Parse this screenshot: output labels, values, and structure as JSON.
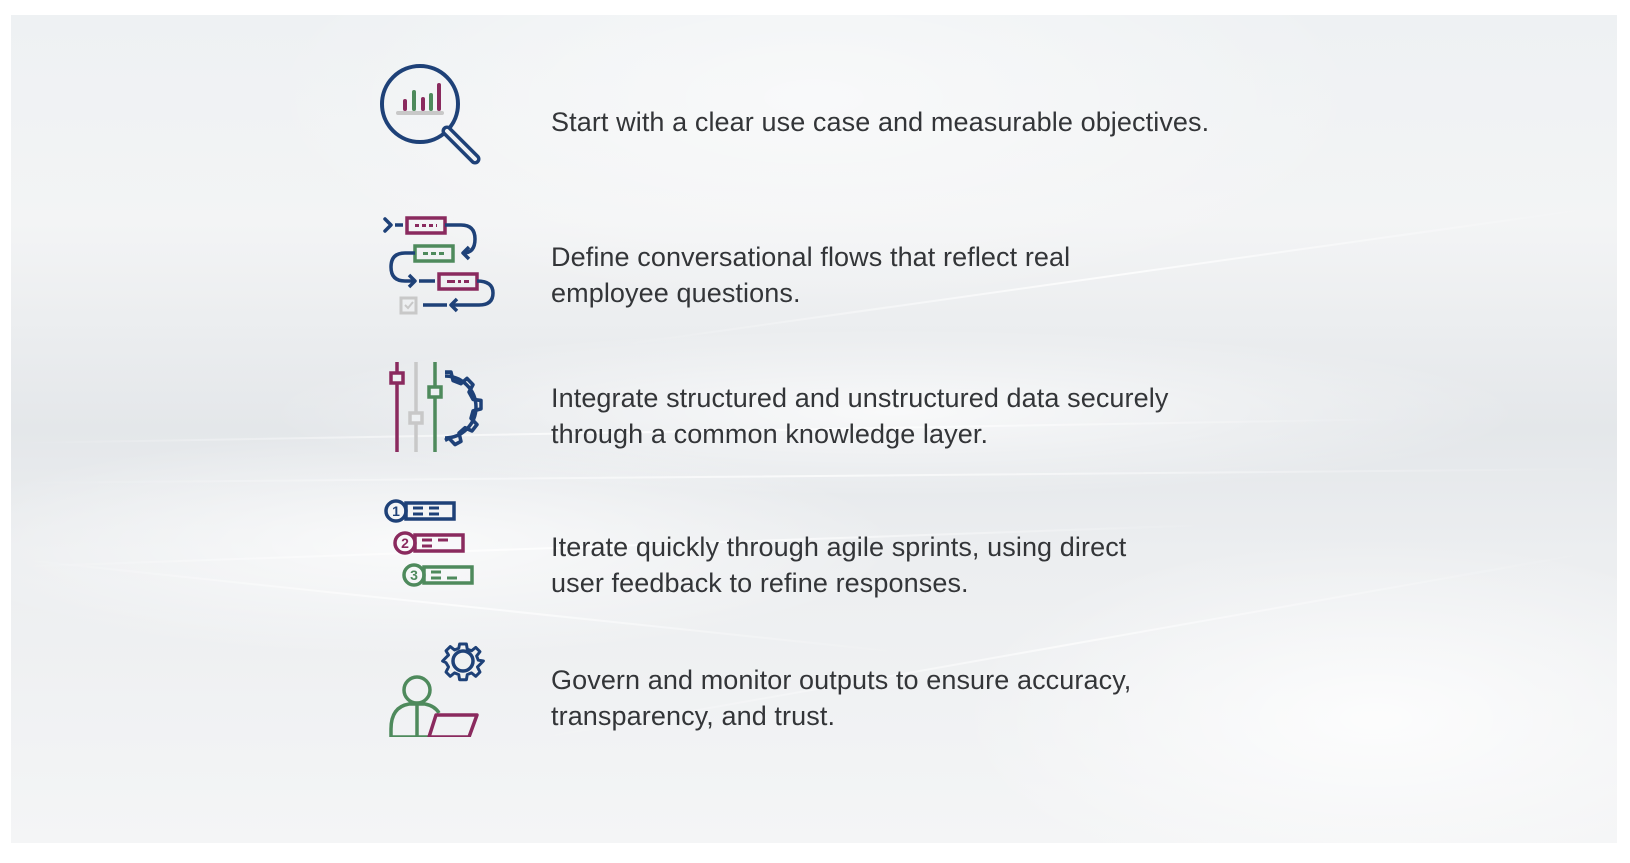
{
  "colors": {
    "navy": "#1e4178",
    "plum": "#8a2a5e",
    "green": "#4e8a5c",
    "gray": "#c8c8c8",
    "text": "#333538"
  },
  "items": [
    {
      "icon": "magnifier-chart-icon",
      "lines": [
        "Start with a clear use case and measurable objectives."
      ]
    },
    {
      "icon": "flowchart-icon",
      "lines": [
        "Define conversational flows that reflect real",
        "employee questions."
      ]
    },
    {
      "icon": "sliders-gear-icon",
      "lines": [
        "Integrate structured and unstructured data securely",
        "through a common knowledge layer."
      ]
    },
    {
      "icon": "numbered-steps-icon",
      "lines": [
        "Iterate quickly through agile sprints, using direct",
        "user feedback to refine responses."
      ]
    },
    {
      "icon": "person-laptop-gear-icon",
      "lines": [
        "Govern and monitor outputs to ensure accuracy,",
        "transparency, and trust."
      ]
    }
  ]
}
